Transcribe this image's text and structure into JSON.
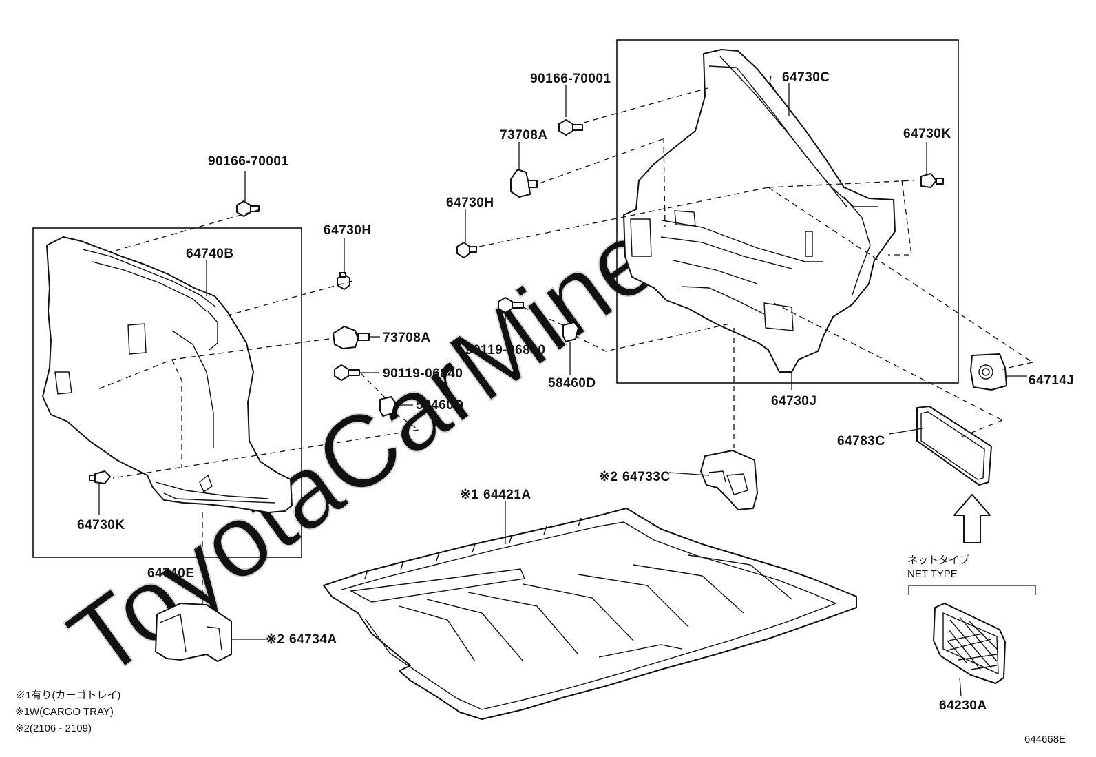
{
  "watermark": "ToyotaCarMine.ru",
  "colors": {
    "line": "#111111",
    "background": "#ffffff",
    "watermark": "#d6d6d6"
  },
  "parts": {
    "p_90166_70001_top": "90166-70001",
    "p_73708A_top": "73708A",
    "p_64730H_top": "64730H",
    "p_64730C": "64730C",
    "p_64730K_right": "64730K",
    "p_90119_06840_mid": "90119-06840",
    "p_58460D_mid": "58460D",
    "p_64730J": "64730J",
    "p_64714J": "64714J",
    "p_64783C": "64783C",
    "p_64733C": "64733C",
    "p_64421A": "64421A",
    "p_90166_70001_left": "90166-70001",
    "p_64730H_left": "64730H",
    "p_64740B": "64740B",
    "p_73708A_left": "73708A",
    "p_90119_06840_left": "90119-06840",
    "p_58460D_left": "58460D",
    "p_64730K_left": "64730K",
    "p_64740E": "64740E",
    "p_64734A": "64734A",
    "p_64230A": "64230A"
  },
  "marks": {
    "mark1": "※1",
    "mark2": "※2"
  },
  "net_type": {
    "jp": "ネットタイプ",
    "en": "NET TYPE"
  },
  "notes": {
    "n1_jp": "※1有り(カーゴトレイ)",
    "n1_en": "※1W(CARGO TRAY)",
    "n2": "※2(2106 - 2109)"
  },
  "diagram_id": "644668E"
}
